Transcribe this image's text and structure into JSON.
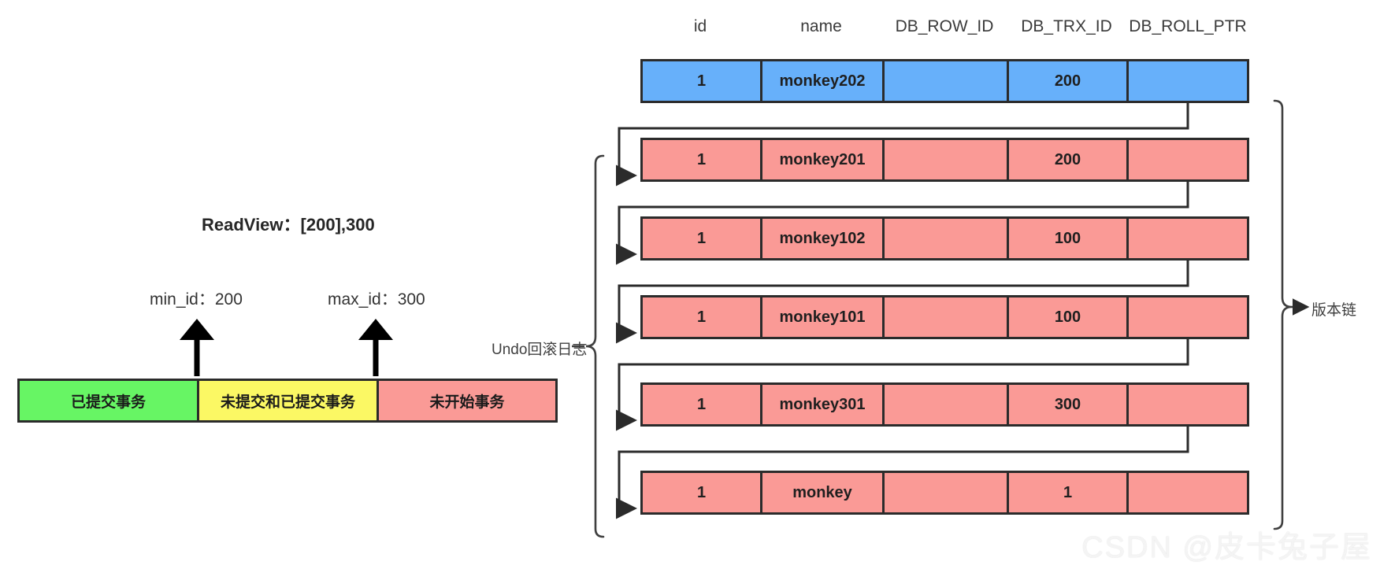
{
  "diagram": {
    "title_watermark": "CSDN @皮卡兔子屋",
    "readview": {
      "title": "ReadView：[200],300",
      "min_id_label": "min_id：200",
      "max_id_label": "max_id：300",
      "segments": [
        {
          "label": "已提交事务",
          "color": "#67f564"
        },
        {
          "label": "未提交和已提交事务",
          "color": "#fbf864"
        },
        {
          "label": "未开始事务",
          "color": "#fa9a96"
        }
      ]
    },
    "version_chain": {
      "undo_label": "Undo回滚日志",
      "chain_label": "版本链",
      "columns": [
        "id",
        "name",
        "DB_ROW_ID",
        "DB_TRX_ID",
        "DB_ROLL_PTR"
      ],
      "head_color": "#67b0fa",
      "undo_color": "#fa9a96",
      "rows": [
        {
          "id": "1",
          "name": "monkey202",
          "db_row_id": "",
          "db_trx_id": "200",
          "db_roll_ptr": "",
          "kind": "head"
        },
        {
          "id": "1",
          "name": "monkey201",
          "db_row_id": "",
          "db_trx_id": "200",
          "db_roll_ptr": "",
          "kind": "undo"
        },
        {
          "id": "1",
          "name": "monkey102",
          "db_row_id": "",
          "db_trx_id": "100",
          "db_roll_ptr": "",
          "kind": "undo"
        },
        {
          "id": "1",
          "name": "monkey101",
          "db_row_id": "",
          "db_trx_id": "100",
          "db_roll_ptr": "",
          "kind": "undo"
        },
        {
          "id": "1",
          "name": "monkey301",
          "db_row_id": "",
          "db_trx_id": "300",
          "db_roll_ptr": "",
          "kind": "undo"
        },
        {
          "id": "1",
          "name": "monkey",
          "db_row_id": "",
          "db_trx_id": "1",
          "db_roll_ptr": "",
          "kind": "undo"
        }
      ]
    }
  }
}
